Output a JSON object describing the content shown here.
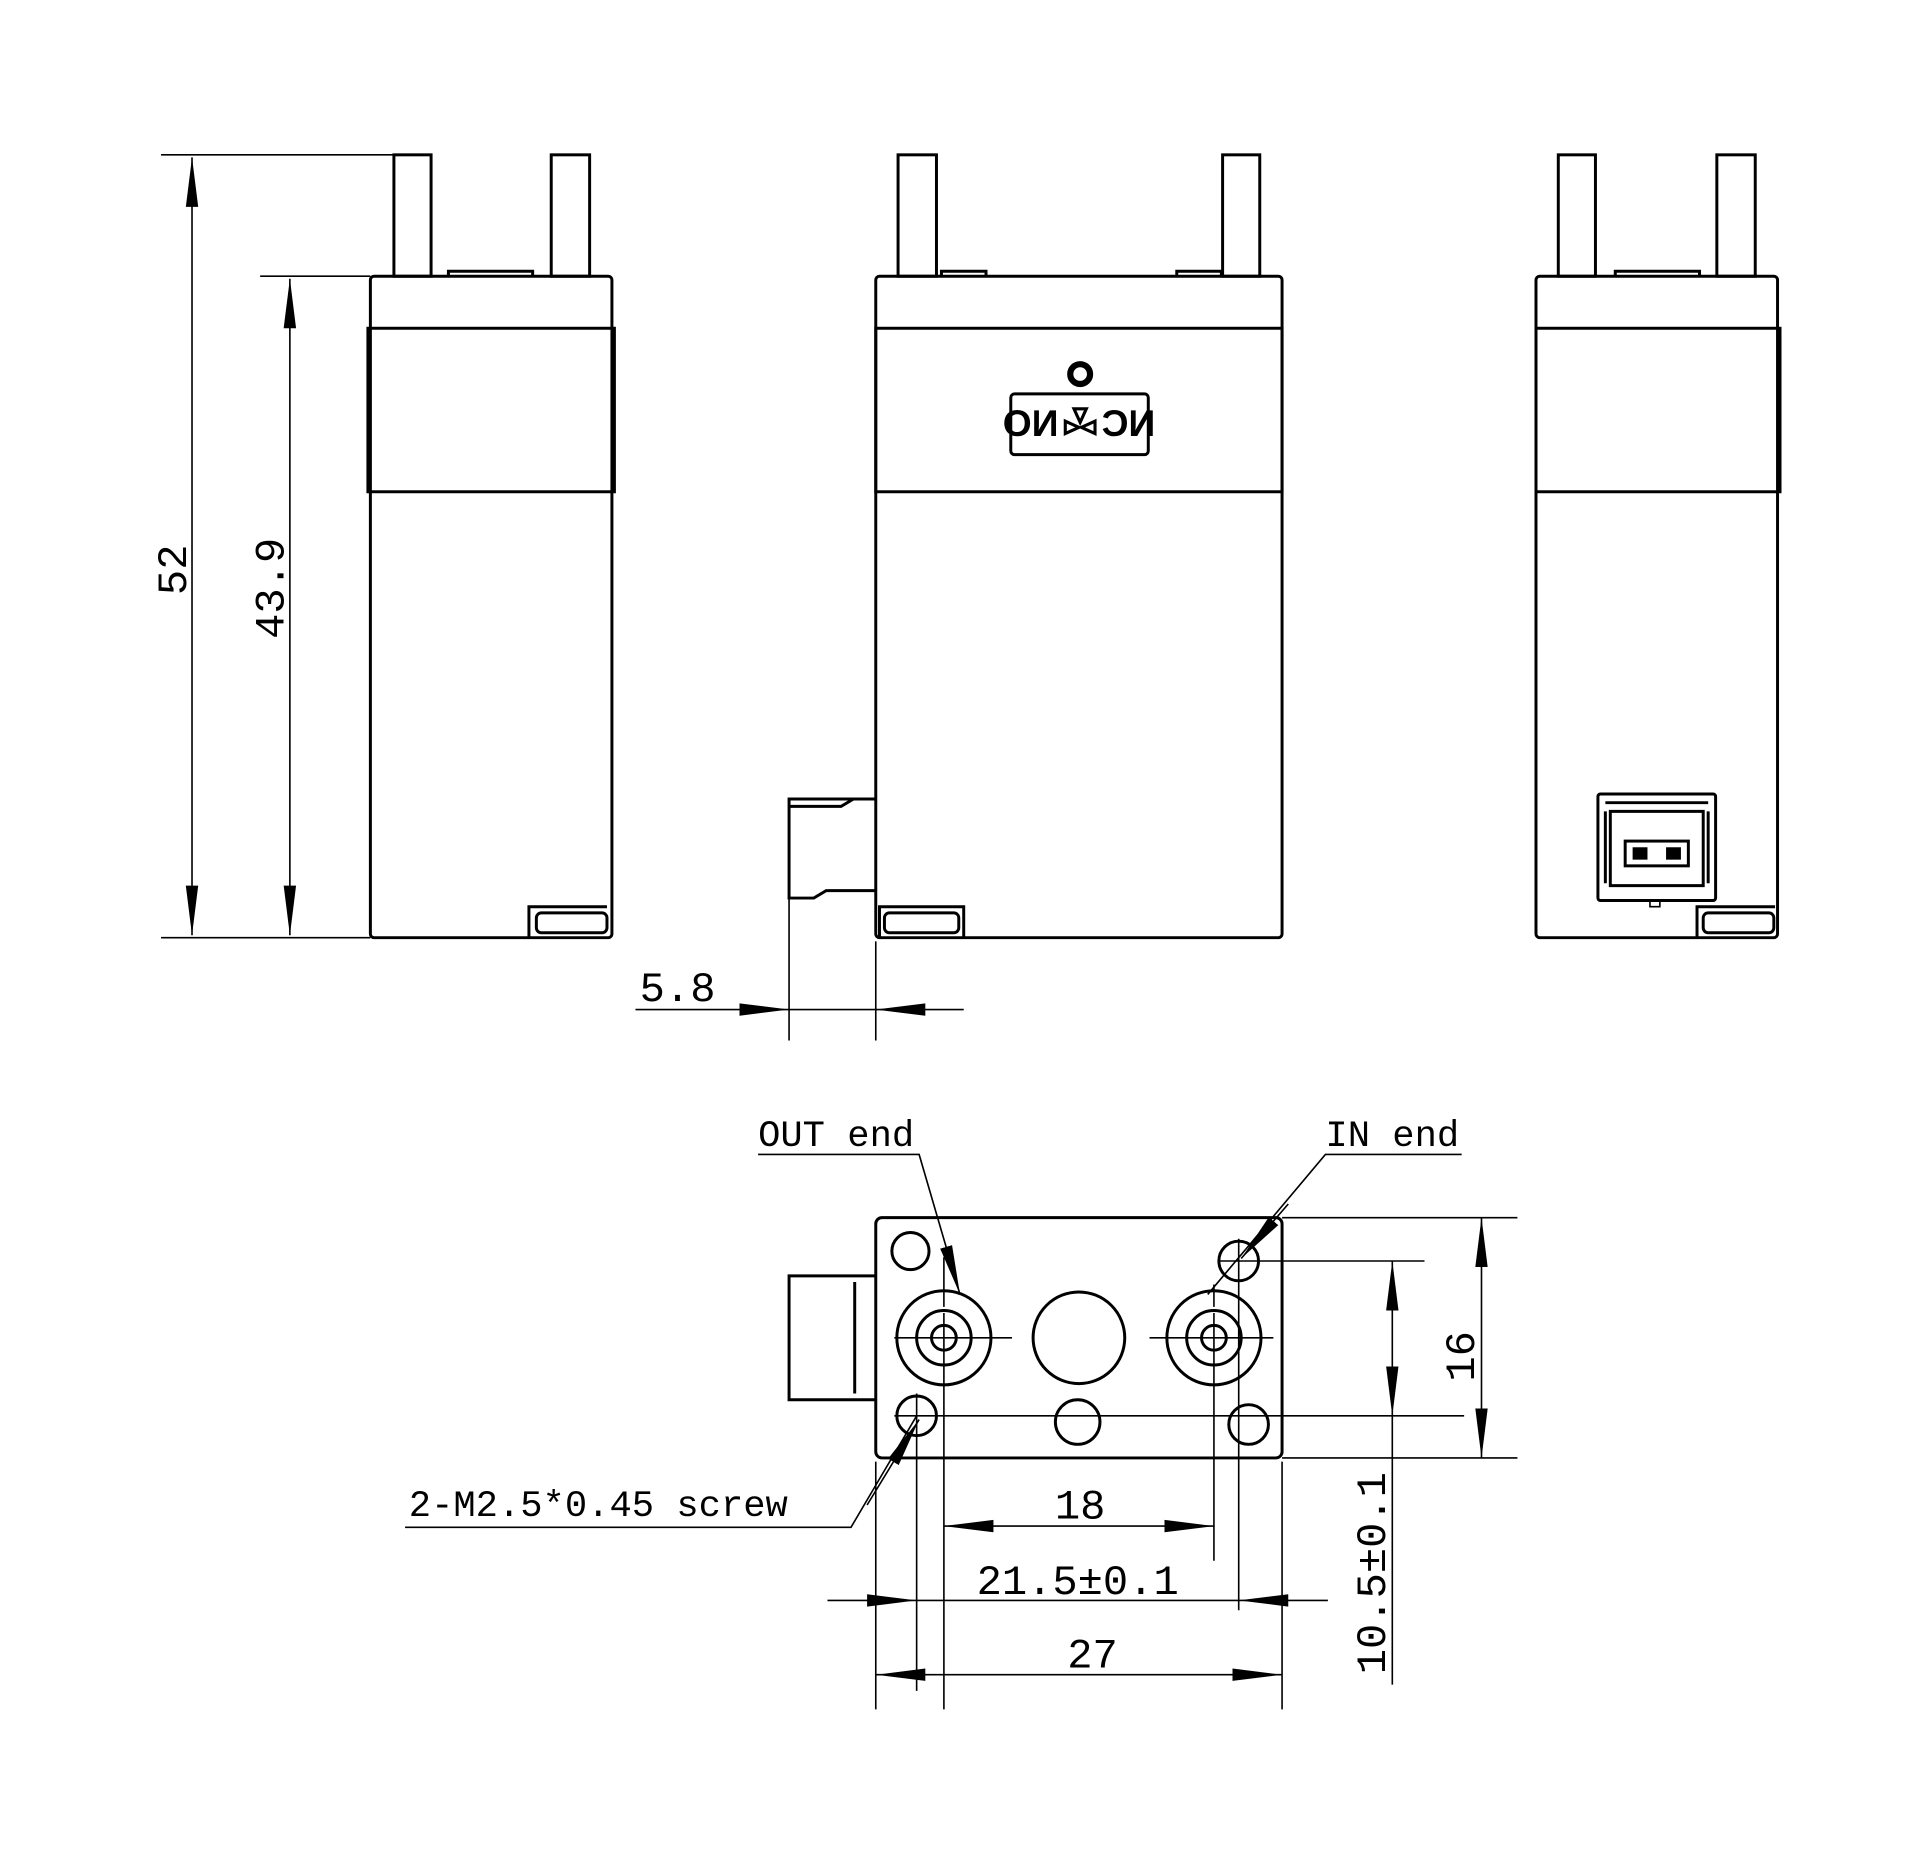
{
  "drawing": {
    "dimensions": {
      "overall_height": "52",
      "body_height": "43.9",
      "connector_offset": "5.8",
      "port_spacing": "18",
      "screw_spacing_x": "21.5±0.1",
      "base_width": "27",
      "base_depth": "16",
      "screw_spacing_y": "10.5±0.1"
    },
    "labels": {
      "out_port": "OUT end",
      "in_port": "IN end",
      "screw": "2-M2.5*0.45 screw"
    },
    "valve_symbol": {
      "left": "NO",
      "right": "NC"
    }
  }
}
